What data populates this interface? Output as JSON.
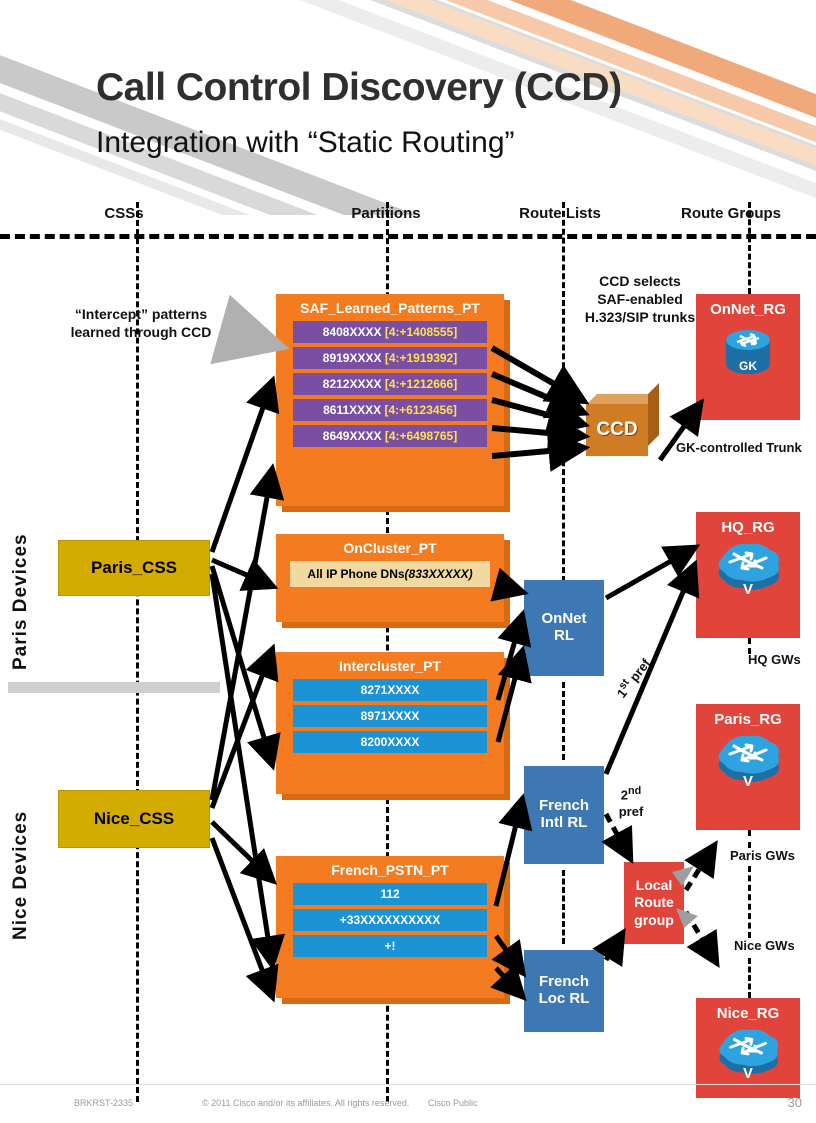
{
  "slide": {
    "title": "Call Control Discovery (CCD)",
    "subtitle": "Integration with “Static Routing”"
  },
  "columns": [
    {
      "label": "CSSs"
    },
    {
      "label": "Partitions"
    },
    {
      "label": "Route Lists"
    },
    {
      "label": "Route Groups"
    }
  ],
  "side_labels": {
    "paris": "Paris Devices",
    "nice": "Nice Devices"
  },
  "notes": {
    "intercept": "“Intercept” patterns\nlearned through CCD",
    "intercept_line1": "“Intercept” patterns",
    "intercept_line2": "learned through CCD",
    "ccd_selects_line1": "CCD selects",
    "ccd_selects_line2": "SAF-enabled",
    "ccd_selects_line3": "H.323/SIP trunks",
    "gk_trunk": "GK-controlled Trunk",
    "hq_gws": "HQ GWs",
    "paris_gws": "Paris GWs",
    "nice_gws": "Nice GWs",
    "first_pref": "1st pref",
    "first_pref_main": "1",
    "first_pref_sup": "st",
    "first_pref_tail": " pref",
    "second_pref_main": "2",
    "second_pref_sup": "nd",
    "second_pref_tail": "pref"
  },
  "css_boxes": [
    {
      "label": "Paris_CSS"
    },
    {
      "label": "Nice_CSS"
    }
  ],
  "ccd_cube": {
    "label": "CCD"
  },
  "partitions": [
    {
      "title": "SAF_Learned_Patterns_PT",
      "row_style": "purple",
      "rows": [
        {
          "pattern": "8408XXXX",
          "detail": "[4:+1408555]"
        },
        {
          "pattern": "8919XXXX",
          "detail": "[4:+1919392]"
        },
        {
          "pattern": "8212XXXX",
          "detail": "[4:+1212666]"
        },
        {
          "pattern": "8611XXXX",
          "detail": "[4:+6123456]"
        },
        {
          "pattern": "8649XXXX",
          "detail": "[4:+6498765]"
        }
      ]
    },
    {
      "title": "OnCluster_PT",
      "row_style": "cream",
      "rows": [
        {
          "pattern": "All IP Phone DNs ",
          "detail": "(833XXXXX)"
        }
      ]
    },
    {
      "title": "Intercluster_PT",
      "row_style": "blue",
      "rows": [
        {
          "pattern": "8271XXXX",
          "detail": ""
        },
        {
          "pattern": "8971XXXX",
          "detail": ""
        },
        {
          "pattern": "8200XXXX",
          "detail": ""
        }
      ]
    },
    {
      "title": "French_PSTN_PT",
      "row_style": "blue",
      "rows": [
        {
          "pattern": "112",
          "detail": ""
        },
        {
          "pattern": "+33XXXXXXXXXX",
          "detail": ""
        },
        {
          "pattern": "+!",
          "detail": ""
        }
      ]
    }
  ],
  "route_lists": [
    {
      "line1": "OnNet",
      "line2": "RL"
    },
    {
      "line1": "French",
      "line2": "Intl RL"
    },
    {
      "line1": "French",
      "line2": "Loc RL"
    }
  ],
  "route_groups": [
    {
      "title": "OnNet_RG",
      "icon": "gatekeeper-router-icon",
      "icon_label": "GK"
    },
    {
      "title": "HQ_RG",
      "icon": "voice-gateway-icon",
      "icon_label": "V"
    },
    {
      "title": "Paris_RG",
      "icon": "voice-gateway-icon",
      "icon_label": "V"
    },
    {
      "title": "Nice_RG",
      "icon": "voice-gateway-icon",
      "icon_label": "V"
    }
  ],
  "local_route_group": {
    "line1": "Local",
    "line2": "Route",
    "line3": "group"
  },
  "footer": {
    "session_id": "BRKRST-2335",
    "copyright": "© 2011 Cisco and/or its affiliates. All rights reserved.",
    "classification": "Cisco Public",
    "page_number": "30"
  },
  "colors": {
    "orange": "#f47b20",
    "purple": "#7a4fa3",
    "blue_row": "#1c93d4",
    "gold": "#d4ab00",
    "rl_blue": "#3d78b4",
    "rg_red": "#e0443b",
    "cream": "#f2d9a0"
  }
}
